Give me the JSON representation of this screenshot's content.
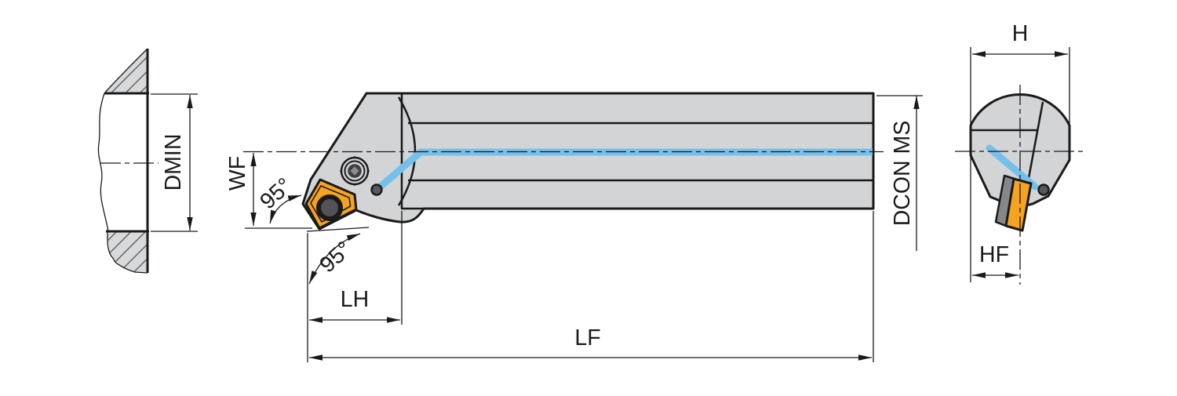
{
  "drawing": {
    "title": "boring-bar-technical-drawing",
    "labels": {
      "dmin": "DMIN",
      "wf": "WF",
      "angle_top": "95°",
      "angle_bottom": "95°",
      "lh": "LH",
      "lf": "LF",
      "dcon": "DCON MS",
      "h": "H",
      "hf": "HF"
    },
    "colors": {
      "ink": "#1a1a1a",
      "body_gray": "#d3d4d6",
      "hatch_gray": "#d8d9da",
      "insert_orange": "#f6a320",
      "coolant_blue": "#74c0ea",
      "shim_gray": "#85878a",
      "hole_gray": "#545257",
      "dot_gray": "#58595c"
    }
  }
}
